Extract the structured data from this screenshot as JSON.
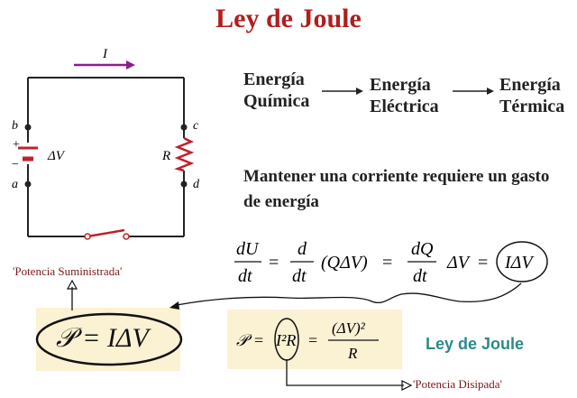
{
  "title": "Ley de Joule",
  "circuit": {
    "current": "I",
    "node_b": "b",
    "node_a": "a",
    "node_c": "c",
    "node_d": "d",
    "plus": "+",
    "minus": "−",
    "voltage": "ΔV",
    "resistor": "R"
  },
  "flow": {
    "steps": [
      {
        "line1": "Energía",
        "line2": "Química"
      },
      {
        "line1": "Energía",
        "line2": "Eléctrica"
      },
      {
        "line1": "Energía",
        "line2": "Térmica"
      }
    ]
  },
  "statement": "Mantener una corriente requiere un gasto de energía",
  "equation": {
    "dU": "dU",
    "dt": "dt",
    "d": "d",
    "q_dv": "(QΔV)",
    "dQ": "dQ",
    "dv": "ΔV",
    "i_dv": "IΔV",
    "eq": "="
  },
  "power_supplied": {
    "label": "'Potencia Suministrada'",
    "formula": "𝒫 = IΔV"
  },
  "power_dissipated": {
    "label": "'Potencia Disipada'",
    "p": "𝒫",
    "i2r": "I²R",
    "numerator": "(ΔV)²",
    "denominator": "R",
    "eq": "="
  },
  "ley_label": "Ley de Joule",
  "colors": {
    "title": "#b01e1e",
    "current_arrow": "#8a1f8a",
    "resistor": "#c0202a",
    "label_teal": "#2a8a8a",
    "annotation": "#7a1a1a",
    "box_fill": "#fbf1d3"
  }
}
